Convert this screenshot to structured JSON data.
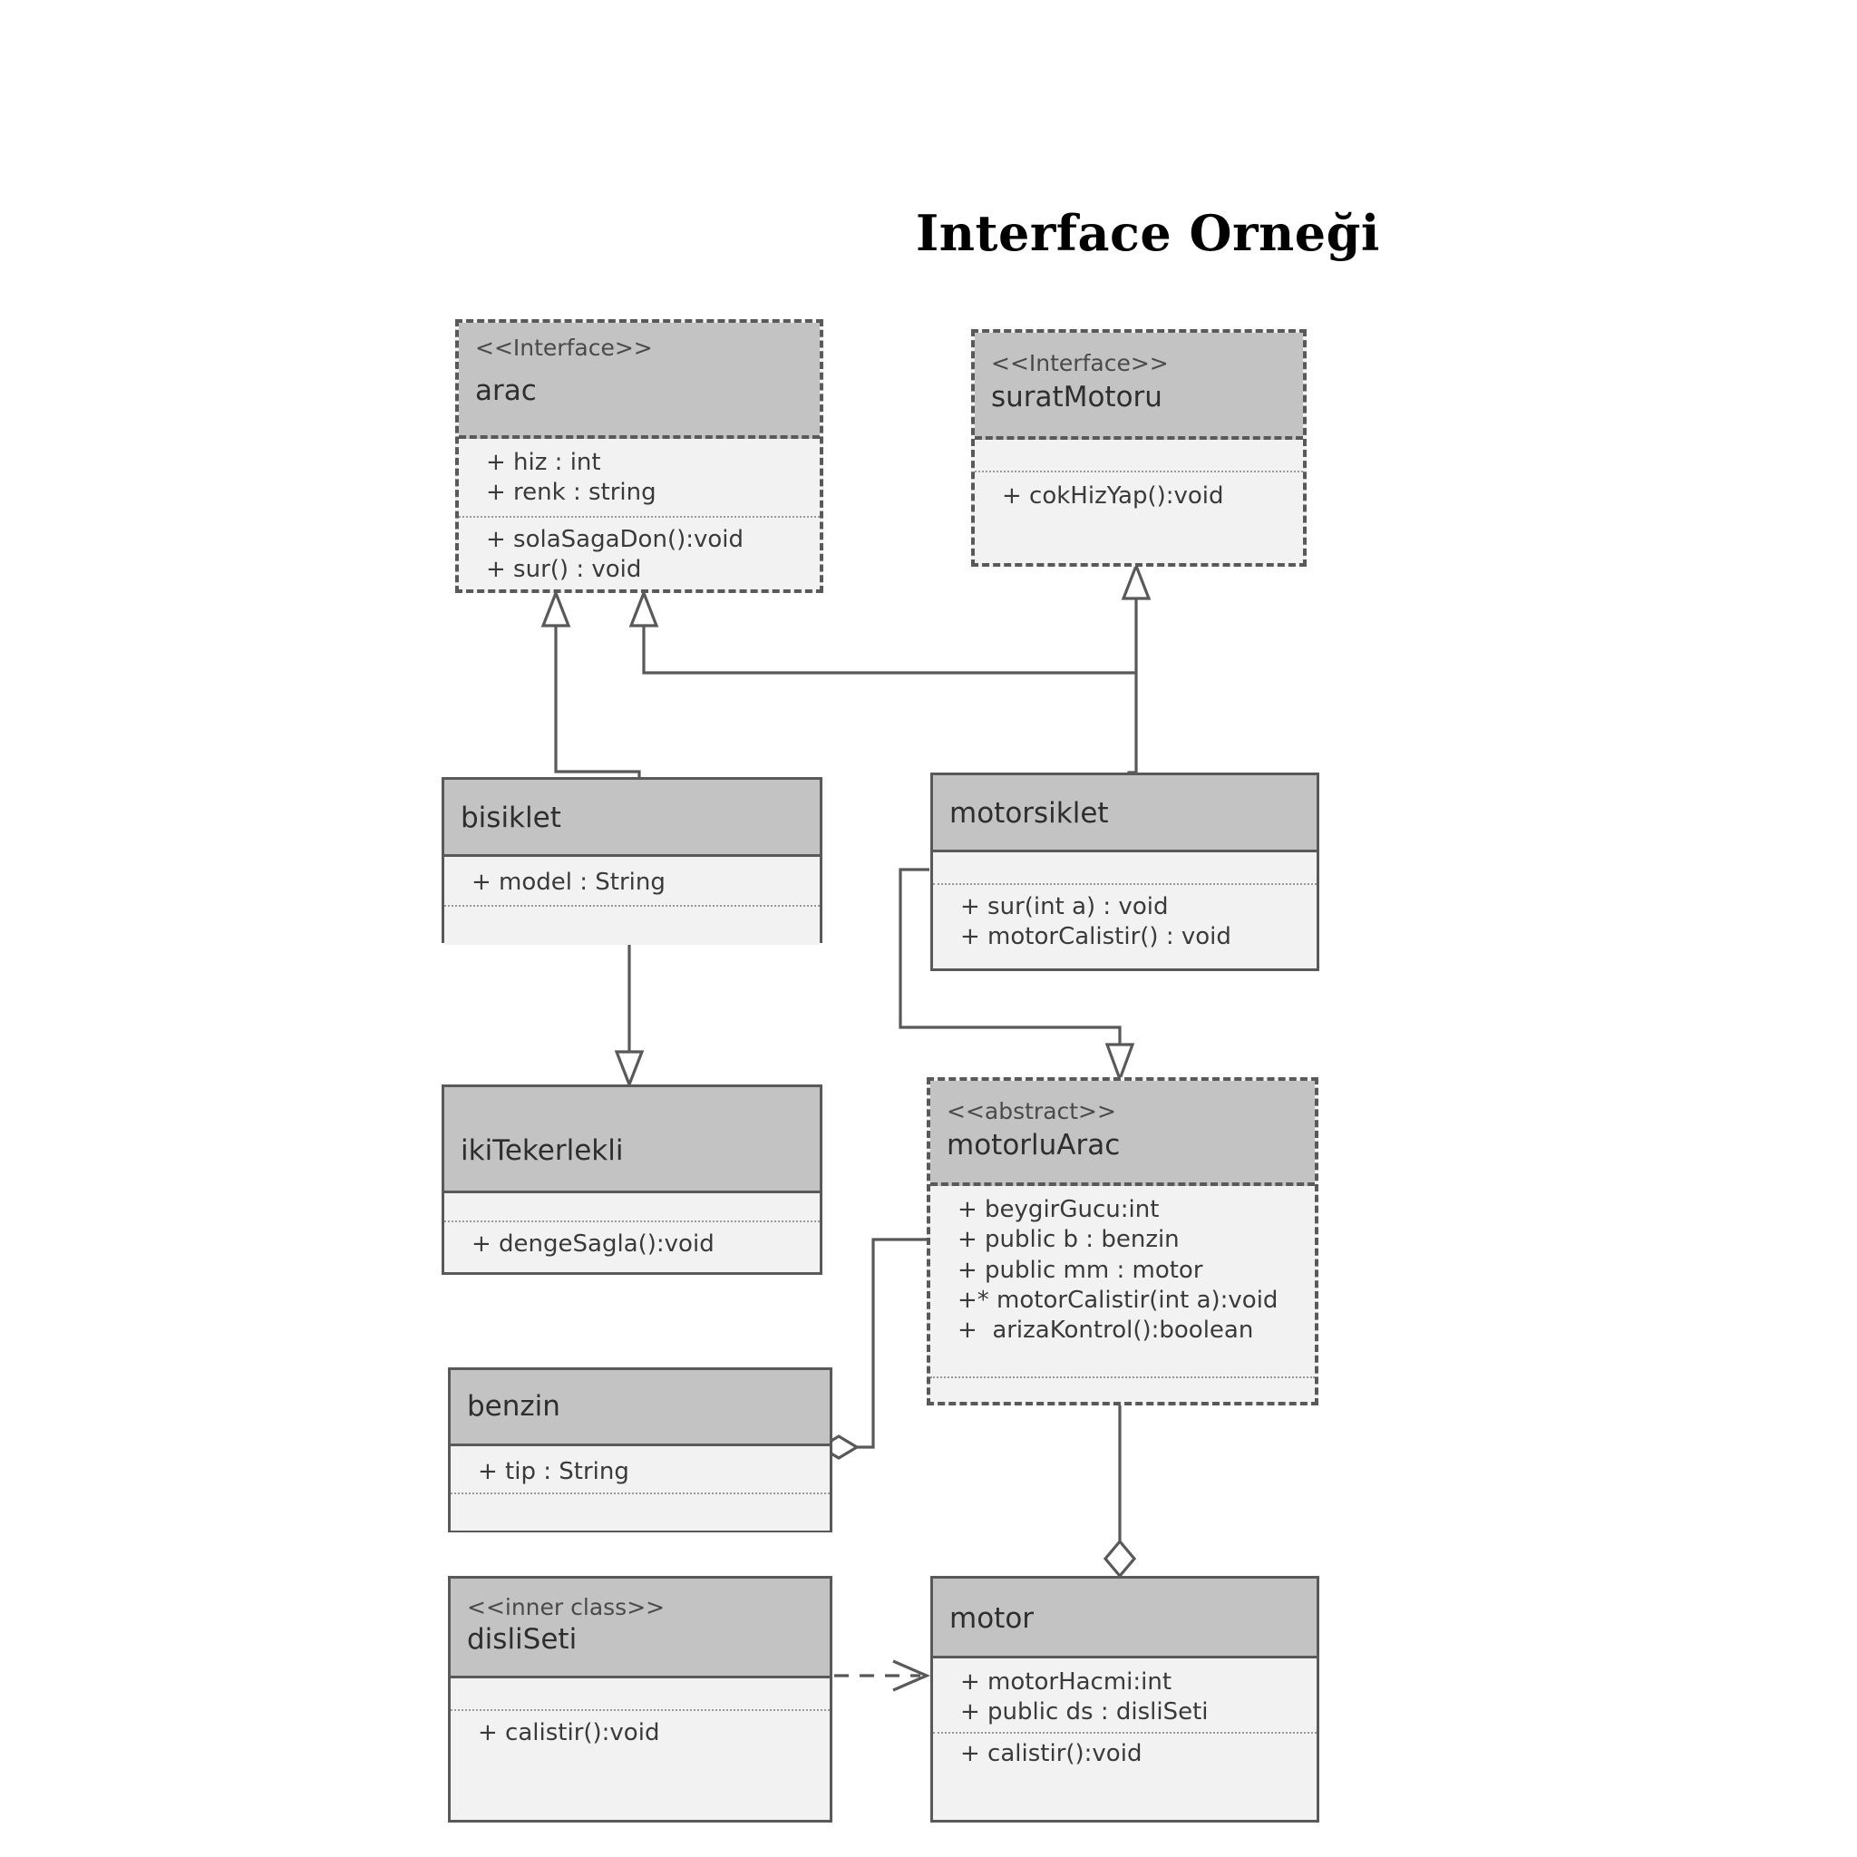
{
  "title": "Interface Orneği",
  "palette": {
    "header_fill": "#c3c3c3",
    "body_fill": "#f2f2f2",
    "stroke": "#595959",
    "text": "#2e2e2e",
    "background": "#ffffff"
  },
  "classes": [
    {
      "id": "arac",
      "stereotype": "<<Interface>>",
      "name": "arac",
      "border": "dashed",
      "attributes": [
        "+ hiz : int",
        "+ renk : string"
      ],
      "operations": [
        "+ solaSagaDon():void",
        "+ sur() : void"
      ]
    },
    {
      "id": "suratMotoru",
      "stereotype": "<<Interface>>",
      "name": "suratMotoru",
      "border": "dashed",
      "attributes": [],
      "operations": [
        "+ cokHizYap():void"
      ]
    },
    {
      "id": "bisiklet",
      "stereotype": "",
      "name": "bisiklet",
      "border": "solid",
      "attributes": [
        "+ model : String"
      ],
      "operations": []
    },
    {
      "id": "motorsiklet",
      "stereotype": "",
      "name": "motorsiklet",
      "border": "solid",
      "attributes": [],
      "operations": [
        "+ sur(int a) : void",
        "+ motorCalistir() : void"
      ]
    },
    {
      "id": "ikiTekerlekli",
      "stereotype": "",
      "name": "ikiTekerlekli",
      "border": "solid",
      "attributes": [],
      "operations": [
        "+ dengeSagla():void"
      ]
    },
    {
      "id": "motorluArac",
      "stereotype": "<<abstract>>",
      "name": "motorluArac",
      "border": "dashed",
      "attributes": [
        "+ beygirGucu:int",
        "+ public b : benzin",
        "+ public mm : motor",
        "+* motorCalistir(int a):void",
        "+  arizaKontrol():boolean"
      ],
      "operations": []
    },
    {
      "id": "benzin",
      "stereotype": "",
      "name": "benzin",
      "border": "solid",
      "attributes": [
        "+ tip : String"
      ],
      "operations": []
    },
    {
      "id": "disliSeti",
      "stereotype": "<<inner class>>",
      "name": "disliSeti",
      "border": "solid",
      "attributes": [],
      "operations": [
        "+ calistir():void"
      ]
    },
    {
      "id": "motor",
      "stereotype": "",
      "name": "motor",
      "border": "solid",
      "attributes": [
        "+ motorHacmi:int",
        "+ public ds : disliSeti"
      ],
      "operations": [
        "+ calistir():void"
      ]
    }
  ],
  "relationships": [
    {
      "id": "bisiklet-implements-arac",
      "type": "realization",
      "from": "bisiklet",
      "to": "arac",
      "marker": "hollow-triangle"
    },
    {
      "id": "motorsiklet-implements-arac",
      "type": "realization",
      "from": "motorsiklet",
      "to": "arac",
      "marker": "hollow-triangle"
    },
    {
      "id": "motorsiklet-implements-suratMotoru",
      "type": "realization",
      "from": "motorsiklet",
      "to": "suratMotoru",
      "marker": "hollow-triangle"
    },
    {
      "id": "bisiklet-generalizes-ikiTekerlekli",
      "type": "generalization",
      "from": "bisiklet",
      "to": "ikiTekerlekli",
      "marker": "hollow-triangle"
    },
    {
      "id": "motorsiklet-generalizes-motorluArac",
      "type": "generalization",
      "from": "motorsiklet",
      "to": "motorluArac",
      "marker": "hollow-triangle"
    },
    {
      "id": "motorluArac-aggregates-benzin",
      "type": "aggregation",
      "from": "motorluArac",
      "to": "benzin",
      "marker": "hollow-diamond"
    },
    {
      "id": "motorluArac-aggregates-motor",
      "type": "aggregation",
      "from": "motorluArac",
      "to": "motor",
      "marker": "hollow-diamond"
    },
    {
      "id": "disliSeti-depends-motor",
      "type": "dependency",
      "from": "disliSeti",
      "to": "motor",
      "marker": "open-arrow",
      "line": "dashed"
    }
  ]
}
